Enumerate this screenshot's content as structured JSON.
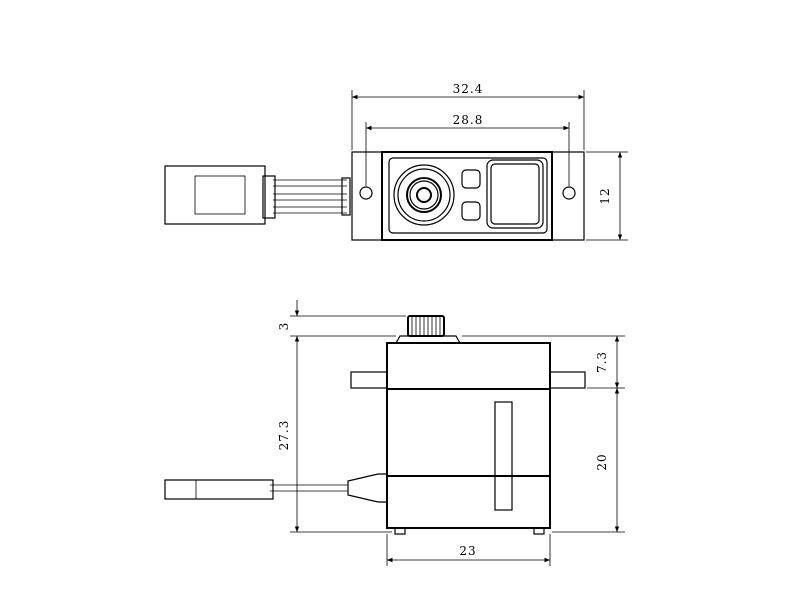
{
  "dimensions": {
    "overall_width": "32.4",
    "hole_spacing": "28.8",
    "flange_thickness": "12",
    "spline_height": "3",
    "flange_offset": "7.3",
    "total_height": "27.3",
    "body_height": "20",
    "body_width": "23"
  }
}
